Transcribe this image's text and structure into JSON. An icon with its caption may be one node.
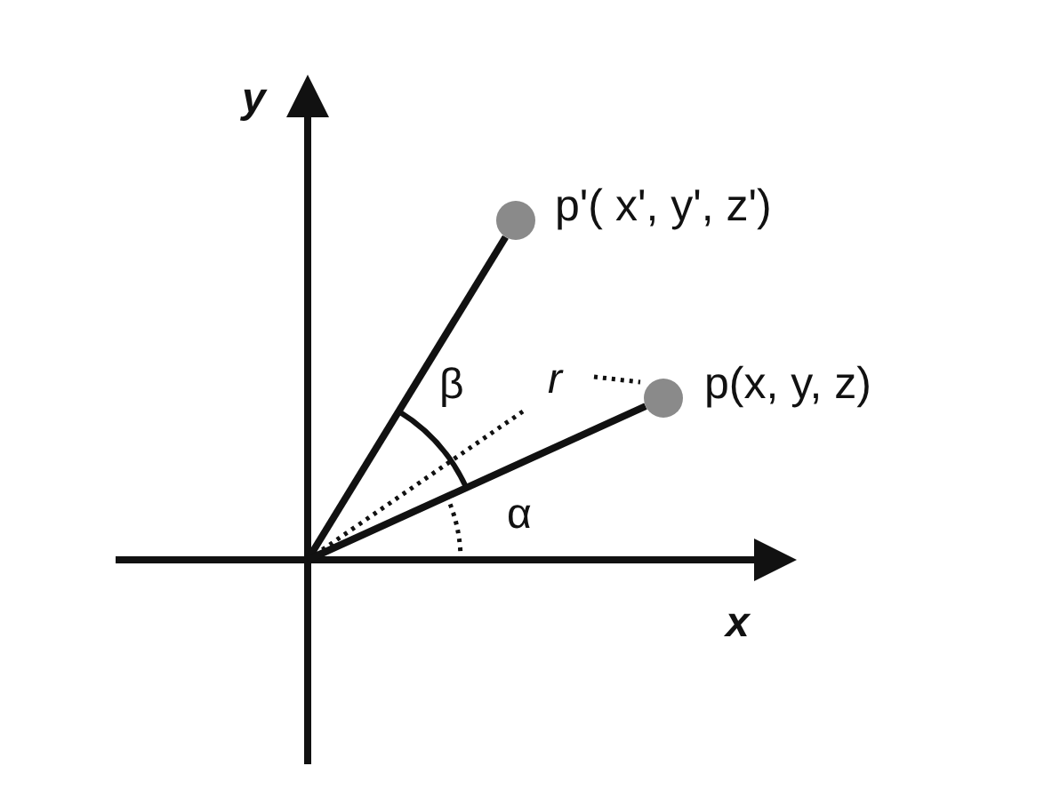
{
  "diagram": {
    "nodes": [
      {
        "text": [],
        "shape": "circle",
        "beside": [
          "p'( x', y', z')"
        ]
      },
      {
        "text": [],
        "shape": "circle",
        "beside": [
          "p(x, y, z)"
        ]
      }
    ],
    "edges": [
      {
        "from": null,
        "to": 0,
        "arrow": "none"
      },
      {
        "from": null,
        "to": 1,
        "arrow": "none"
      }
    ],
    "labels": [
      "y",
      "β",
      "r",
      "α",
      "x"
    ]
  }
}
